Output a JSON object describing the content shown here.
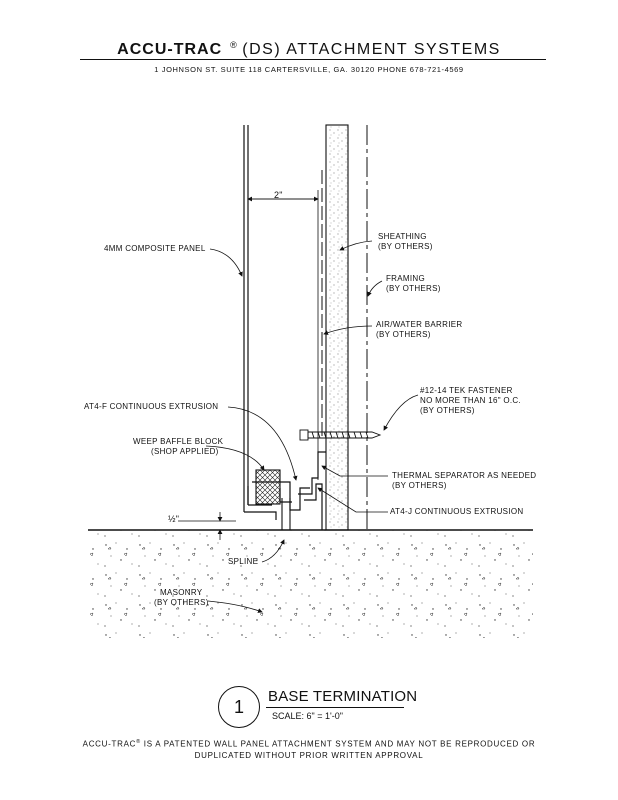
{
  "header": {
    "brand": "ACCU-TRAC",
    "registered": "®",
    "title_rest": "(DS) ATTACHMENT SYSTEMS",
    "address": "1 JOHNSON ST.   SUITE 118   CARTERSVILLE, GA. 30120   PHONE 678-721-4569"
  },
  "labels": {
    "dimension_2in": "2\"",
    "dimension_half": "½\"",
    "composite_panel": "4MM COMPOSITE PANEL",
    "sheathing_1": "SHEATHING",
    "sheathing_2": "(BY OTHERS)",
    "framing_1": "FRAMING",
    "framing_2": "(BY OTHERS)",
    "barrier_1": "AIR/WATER BARRIER",
    "barrier_2": "(BY OTHERS)",
    "fastener_1": "#12-14 TEK FASTENER",
    "fastener_2": "NO MORE THAN 16\" O.C.",
    "fastener_3": "(BY OTHERS)",
    "at4f": "AT4-F CONTINUOUS EXTRUSION",
    "weep_1": "WEEP BAFFLE BLOCK",
    "weep_2": "(SHOP APPLIED)",
    "thermal_1": "THERMAL SEPARATOR AS NEEDED",
    "thermal_2": "(BY OTHERS)",
    "at4j": "AT4-J CONTINUOUS EXTRUSION",
    "spline": "SPLINE",
    "masonry_1": "MASONRY",
    "masonry_2": "(BY OTHERS)"
  },
  "detail": {
    "number": "1",
    "title": "BASE TERMINATION",
    "scale": "SCALE: 6\" = 1'-0\""
  },
  "footer": {
    "brand": "ACCU-TRAC",
    "reg": "®",
    "line1_rest": " IS A PATENTED WALL PANEL ATTACHMENT SYSTEM AND MAY NOT BE REPRODUCED OR",
    "line2": "DUPLICATED WITHOUT PRIOR WRITTEN APPROVAL"
  }
}
